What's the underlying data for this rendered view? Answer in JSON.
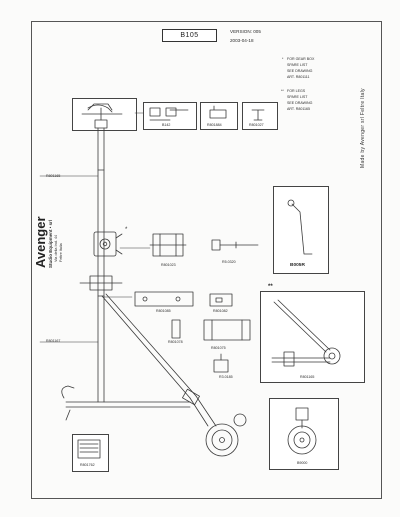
{
  "sheet": {
    "code": "B105",
    "version_label": "VERSION: 005",
    "date": "2003-04-18"
  },
  "notes": {
    "gearbox": {
      "star": "*",
      "lines": [
        "FOR GEAR BOX",
        "SPARE LIST",
        "SEE DRAWING",
        "ART. R801111"
      ]
    },
    "legs": {
      "star": "**",
      "lines": [
        "FOR LEGS",
        "SPARE LIST",
        "SEE DRAWING",
        "ART. R801165"
      ]
    }
  },
  "credit_vertical": "Made by Avenger srl Feltre Italy",
  "brand": {
    "name": "Avenger",
    "tagline": "Studio Equipment • srl",
    "address": "Via della Ind. 44",
    "city": "Feltre Italia"
  },
  "parts": {
    "b142": "B142",
    "r801884": "R801884",
    "r801027": "R801027",
    "r801165_left": "R801165",
    "b005r": "B005R",
    "r801023": "R801023",
    "r0320": "R5.0320",
    "r801085": "R801085",
    "r801082": "R801082",
    "r801078": "R801078",
    "r801075": "R801075",
    "r0185": "R3.0185",
    "r801167": "R801167",
    "r801165_right": "R801165",
    "r801762": "R801762",
    "b9000": "B9000"
  },
  "markers": {
    "star_single": "*",
    "star_double": "**"
  }
}
